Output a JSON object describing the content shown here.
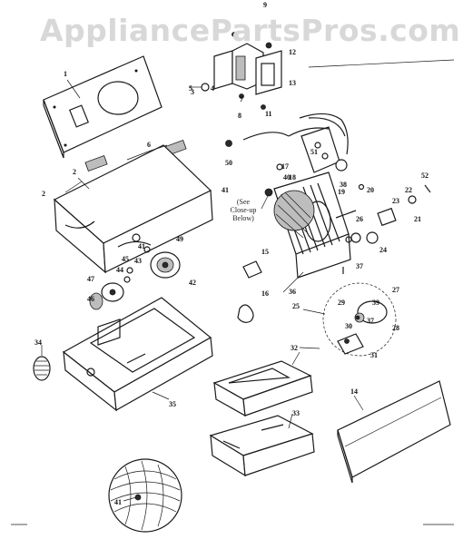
{
  "watermark": "AppliancePartsPros.com",
  "closeup_note": [
    "(See",
    "Close-up",
    "Below)"
  ],
  "part_labels": [
    {
      "id": "l1",
      "text": "1"
    },
    {
      "id": "l2a",
      "text": "2"
    },
    {
      "id": "l2b",
      "text": "2"
    },
    {
      "id": "l3",
      "text": "3"
    },
    {
      "id": "l4",
      "text": "4"
    },
    {
      "id": "l5",
      "text": "5"
    },
    {
      "id": "l6",
      "text": "6"
    },
    {
      "id": "l7",
      "text": "7"
    },
    {
      "id": "l8",
      "text": "8"
    },
    {
      "id": "l9",
      "text": "9"
    },
    {
      "id": "l11",
      "text": "11"
    },
    {
      "id": "l12",
      "text": "12"
    },
    {
      "id": "l13",
      "text": "13"
    },
    {
      "id": "l14",
      "text": "14"
    },
    {
      "id": "l15",
      "text": "15"
    },
    {
      "id": "l16",
      "text": "16"
    },
    {
      "id": "l17",
      "text": "17"
    },
    {
      "id": "l18",
      "text": "18"
    },
    {
      "id": "l19",
      "text": "19"
    },
    {
      "id": "l20",
      "text": "20"
    },
    {
      "id": "l21",
      "text": "21"
    },
    {
      "id": "l22",
      "text": "22"
    },
    {
      "id": "l23",
      "text": "23"
    },
    {
      "id": "l24",
      "text": "24"
    },
    {
      "id": "l25",
      "text": "25"
    },
    {
      "id": "l26",
      "text": "26"
    },
    {
      "id": "l27",
      "text": "27"
    },
    {
      "id": "l28",
      "text": "28"
    },
    {
      "id": "l29",
      "text": "29"
    },
    {
      "id": "l30",
      "text": "30"
    },
    {
      "id": "l31",
      "text": "31"
    },
    {
      "id": "l32",
      "text": "32"
    },
    {
      "id": "l33",
      "text": "33"
    },
    {
      "id": "l34",
      "text": "34"
    },
    {
      "id": "l35",
      "text": "35"
    },
    {
      "id": "l36",
      "text": "36"
    },
    {
      "id": "l37a",
      "text": "37"
    },
    {
      "id": "l37b",
      "text": "37"
    },
    {
      "id": "l38",
      "text": "38"
    },
    {
      "id": "l39",
      "text": "39"
    },
    {
      "id": "l40",
      "text": "40"
    },
    {
      "id": "l41a",
      "text": "41"
    },
    {
      "id": "l41b",
      "text": "41"
    },
    {
      "id": "l41c",
      "text": "41"
    },
    {
      "id": "l42",
      "text": "42"
    },
    {
      "id": "l43",
      "text": "43"
    },
    {
      "id": "l44",
      "text": "44"
    },
    {
      "id": "l45",
      "text": "45"
    },
    {
      "id": "l46",
      "text": "46"
    },
    {
      "id": "l47",
      "text": "47"
    },
    {
      "id": "l49",
      "text": "49"
    },
    {
      "id": "l50",
      "text": "50"
    },
    {
      "id": "l51",
      "text": "51"
    },
    {
      "id": "l52",
      "text": "52"
    }
  ]
}
